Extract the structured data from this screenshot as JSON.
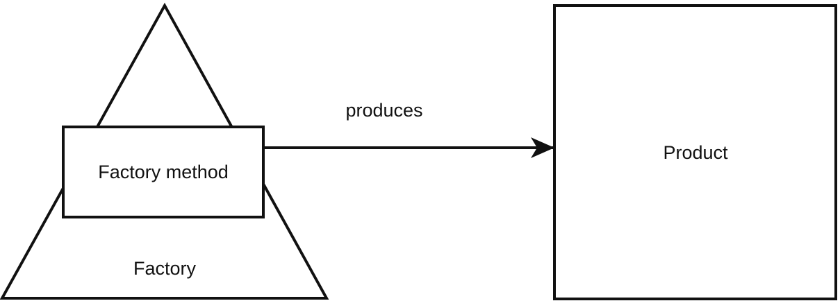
{
  "colors": {
    "stroke": "#111111",
    "fill": "#ffffff"
  },
  "factory": {
    "label": "Factory",
    "method_label": "Factory method"
  },
  "arrow": {
    "label": "produces"
  },
  "product": {
    "label": "Product"
  }
}
